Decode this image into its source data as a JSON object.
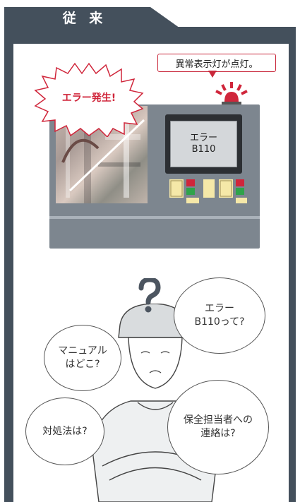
{
  "header": {
    "title": "従 来"
  },
  "callout": {
    "text": "異常表示灯が点灯。"
  },
  "burst": {
    "text": "エラー発生!"
  },
  "screen": {
    "line1": "エラー",
    "line2": "B110"
  },
  "thoughts": {
    "q1": {
      "line1": "エラー",
      "line2": "B110って?"
    },
    "q2": {
      "line1": "マニュアル",
      "line2": "はどこ?"
    },
    "q3": {
      "line1": "対処法は?"
    },
    "q4": {
      "line1": "保全担当者への",
      "line2": "連絡は?"
    }
  },
  "icons": [
    "siren-light-icon",
    "question-mark-icon",
    "warning-burst-icon"
  ],
  "colors": {
    "frame": "#44505c",
    "alert_red": "#d0263b",
    "panel": "#7d868f"
  }
}
